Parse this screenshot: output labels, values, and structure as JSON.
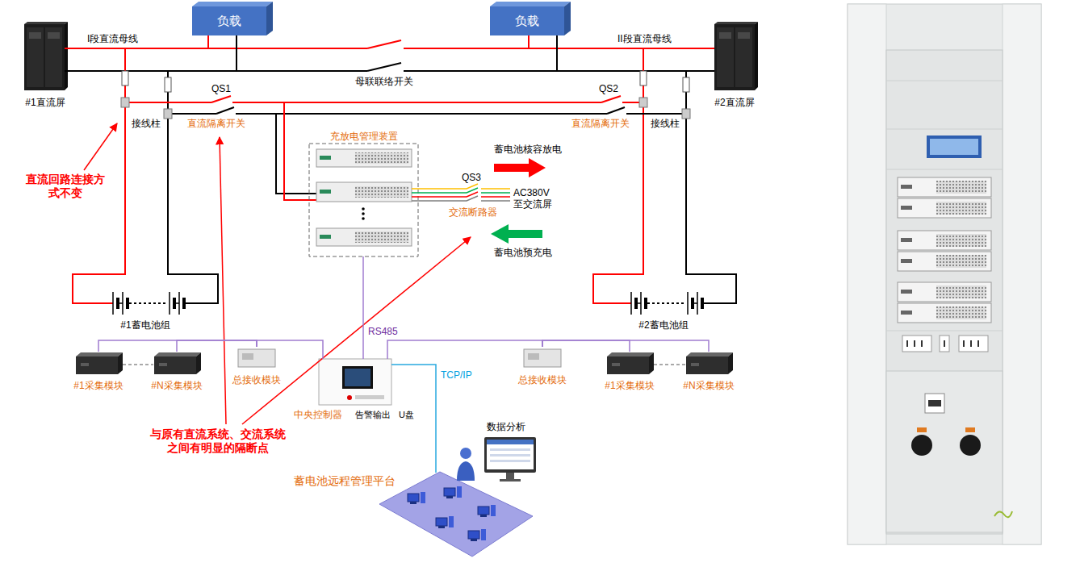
{
  "diagram": {
    "nodes": [
      {
        "text": [
          "#1直流屏"
        ]
      },
      {
        "text": [
          "负载"
        ]
      },
      {
        "text": [
          "负载"
        ]
      },
      {
        "text": [
          "#2直流屏"
        ]
      },
      {
        "text": [
          "充放电管理装置"
        ]
      },
      {
        "text": [
          "#1蓄电池组"
        ]
      },
      {
        "text": [
          "#2蓄电池组"
        ]
      },
      {
        "text": [
          "#1采集模块"
        ]
      },
      {
        "text": [
          "#N采集模块"
        ]
      },
      {
        "text": [
          "总接收模块"
        ]
      },
      {
        "text": [
          "中央控制器"
        ]
      },
      {
        "text": [
          "总接收模块"
        ]
      },
      {
        "text": [
          "#1采集模块"
        ]
      },
      {
        "text": [
          "#N采集模块"
        ]
      },
      {
        "text": [
          "蓄电池远程管理平台"
        ]
      }
    ],
    "edges": [
      {
        "from": 4,
        "to": 10,
        "arrow": "none",
        "label": "RS485"
      },
      {
        "from": 10,
        "to": 9,
        "arrow": "none"
      },
      {
        "from": 10,
        "to": 11,
        "arrow": "none"
      },
      {
        "from": 9,
        "to": 7,
        "arrow": "none"
      },
      {
        "from": 9,
        "to": 8,
        "arrow": "none"
      },
      {
        "from": 11,
        "to": 12,
        "arrow": "none"
      },
      {
        "from": 11,
        "to": 13,
        "arrow": "none"
      },
      {
        "from": 10,
        "to": 14,
        "arrow": "none",
        "label": "TCP/IP"
      }
    ],
    "labels": [
      "I段直流母线",
      "II段直流母线",
      "母联联络开关",
      "QS1",
      "QS2",
      "接线柱",
      "直流隔离开关",
      "直流隔离开关",
      "接线柱",
      "直流回路连接方式不变",
      "蓄电池核容放电",
      "QS3",
      "AC380V 至交流屏",
      "交流断路器",
      "蓄电池预充电",
      "告警输出",
      "U盘",
      "与原有直流系统、交流系统之间有明显的隔断点",
      "数据分析"
    ]
  }
}
